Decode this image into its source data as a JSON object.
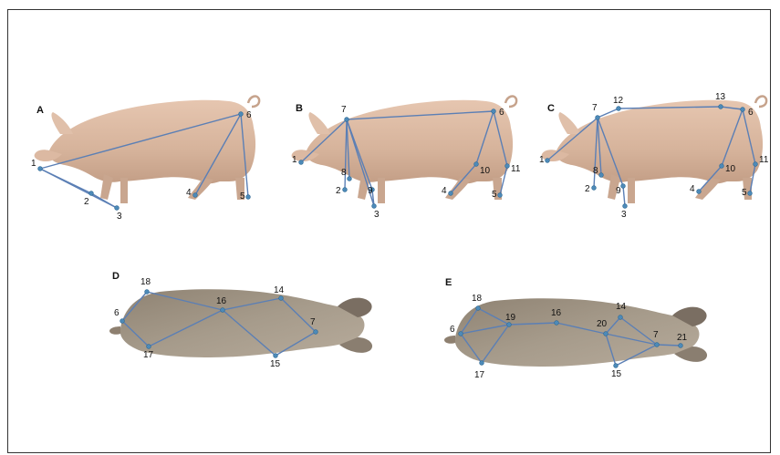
{
  "colors": {
    "pig_side": "#d8b7a0",
    "pig_top": "#a59889",
    "edge": "#5b7fb5",
    "node": "#4d8ab8"
  },
  "panels": [
    {
      "id": "A",
      "label": "A",
      "view": "side",
      "keypoints": [
        "1",
        "2",
        "3",
        "4",
        "5",
        "6"
      ],
      "edges": [
        [
          "1",
          "6"
        ],
        [
          "6",
          "4"
        ],
        [
          "6",
          "5"
        ],
        [
          "1",
          "2"
        ],
        [
          "1",
          "3"
        ],
        [
          "2",
          "3"
        ]
      ]
    },
    {
      "id": "B",
      "label": "B",
      "view": "side",
      "keypoints": [
        "1",
        "2",
        "3",
        "4",
        "5",
        "6",
        "7",
        "8",
        "9",
        "10",
        "11"
      ],
      "edges": [
        [
          "1",
          "7"
        ],
        [
          "7",
          "6"
        ],
        [
          "7",
          "8"
        ],
        [
          "7",
          "2"
        ],
        [
          "7",
          "9"
        ],
        [
          "9",
          "3"
        ],
        [
          "7",
          "3"
        ],
        [
          "6",
          "10"
        ],
        [
          "10",
          "4"
        ],
        [
          "6",
          "11"
        ],
        [
          "11",
          "5"
        ]
      ]
    },
    {
      "id": "C",
      "label": "C",
      "view": "side",
      "keypoints": [
        "1",
        "2",
        "3",
        "4",
        "5",
        "6",
        "7",
        "8",
        "9",
        "10",
        "11",
        "12",
        "13"
      ],
      "edges": [
        [
          "1",
          "7"
        ],
        [
          "7",
          "12"
        ],
        [
          "12",
          "13"
        ],
        [
          "13",
          "6"
        ],
        [
          "7",
          "8"
        ],
        [
          "7",
          "2"
        ],
        [
          "7",
          "9"
        ],
        [
          "9",
          "3"
        ],
        [
          "6",
          "10"
        ],
        [
          "10",
          "4"
        ],
        [
          "6",
          "11"
        ],
        [
          "11",
          "5"
        ]
      ]
    },
    {
      "id": "D",
      "label": "D",
      "view": "top",
      "keypoints": [
        "6",
        "7",
        "14",
        "15",
        "16",
        "17",
        "18"
      ],
      "edges": [
        [
          "6",
          "18"
        ],
        [
          "18",
          "16"
        ],
        [
          "16",
          "14"
        ],
        [
          "14",
          "7"
        ],
        [
          "7",
          "15"
        ],
        [
          "15",
          "16"
        ],
        [
          "16",
          "17"
        ],
        [
          "17",
          "6"
        ]
      ]
    },
    {
      "id": "E",
      "label": "E",
      "view": "top",
      "keypoints": [
        "6",
        "7",
        "14",
        "15",
        "16",
        "17",
        "18",
        "19",
        "20",
        "21"
      ],
      "edges": [
        [
          "6",
          "18"
        ],
        [
          "18",
          "19"
        ],
        [
          "19",
          "16"
        ],
        [
          "16",
          "20"
        ],
        [
          "20",
          "14"
        ],
        [
          "14",
          "7"
        ],
        [
          "7",
          "21"
        ],
        [
          "20",
          "15"
        ],
        [
          "15",
          "7"
        ],
        [
          "20",
          "7"
        ],
        [
          "6",
          "19"
        ],
        [
          "6",
          "17"
        ],
        [
          "17",
          "19"
        ]
      ]
    }
  ]
}
